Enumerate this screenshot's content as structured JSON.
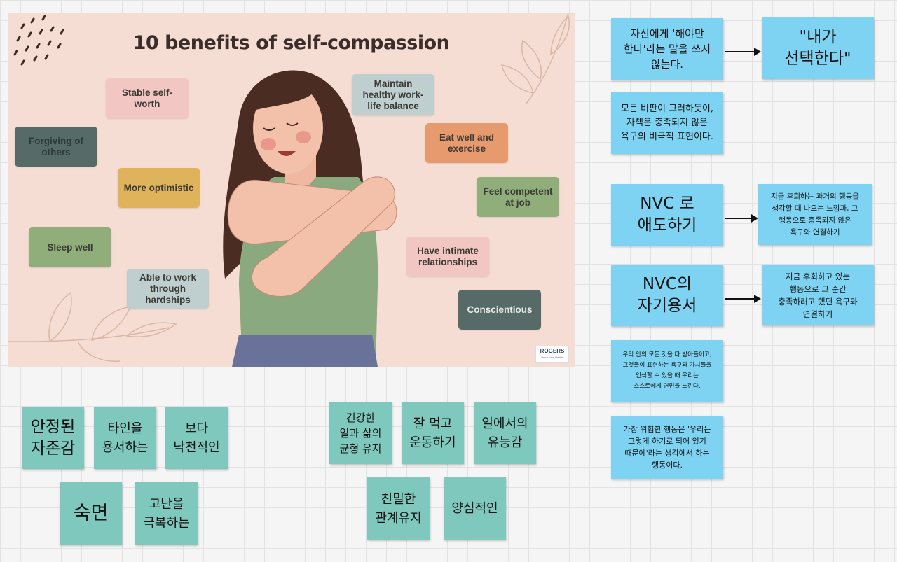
{
  "infographic": {
    "title": "10 benefits of self-compassion",
    "logo": "ROGERS",
    "logo_sub": "Behavioral Health",
    "benefits": {
      "stable_self_worth": "Stable self-\nworth",
      "forgiving_of_others": "Forgiving of\nothers",
      "more_optimistic": "More optimistic",
      "sleep_well": "Sleep well",
      "able_to_work": "Able to work\nthrough\nhardships",
      "work_life_balance": "Maintain\nhealthy work-\nlife balance",
      "eat_well": "Eat well and\nexercise",
      "feel_competent": "Feel competent\nat job",
      "intimate_relationships": "Have intimate\nrelationships",
      "conscientious": "Conscientious"
    },
    "colors": {
      "background": "#f6ddd4",
      "pink": "#f2c6c2",
      "slate": "#566a67",
      "mustard": "#dfb35c",
      "green": "#8fae7a",
      "grey_blue": "#bfcfcf",
      "orange": "#e69a6e"
    }
  },
  "notes_right": {
    "should_not": "자신에게 '해야만\n한다'라는 말을 쓰지\n않는다.",
    "i_choose": "\"내가\n선택한다\"",
    "criticism": "모든 비판이 그러하듯이,\n자책은 충족되지 않은\n욕구의 비극적 표현이다.",
    "nvc_mourning": "NVC 로\n애도하기",
    "mourning_desc": "지금 후회하는 과거의 행동을\n생각할 때 나오는 느낌과, 그\n행동으로 충족되지 않은\n욕구와 연결하기",
    "nvc_forgiveness": "NVC의\n자기용서",
    "forgiveness_desc": "지금 후회하고 있는\n행동으로 그 순간\n충족하려고 했던 욕구와\n연결하기",
    "compassion": "우리 안의 모든 것을 다 받아들이고,\n그것들이 표현하는 욕구와 가치들을\n인식할 수 있을 때 우리는\n스스로에게 연민을 느낀다.",
    "dangerous": "가장 위험한 행동은 '우리는\n그렇게 하기로 되어 있기\n때문에'라는 생각에서 하는\n행동이다."
  },
  "notes_bottom": {
    "stable": "안정된\n자존감",
    "forgiving": "타인을\n용서하는",
    "optimistic": "보다\n낙천적인",
    "sleep": "숙면",
    "hardships": "고난을\n극복하는",
    "balance": "건강한\n일과 삶의\n균형 유지",
    "eat": "잘 먹고\n운동하기",
    "competence": "일에서의\n유능감",
    "intimate": "친밀한\n관계유지",
    "conscientious": "양심적인"
  },
  "colors": {
    "canvas": "#f5f5f5",
    "sticky_blue": "#7ed3f2",
    "sticky_teal": "#7fc8bd"
  }
}
